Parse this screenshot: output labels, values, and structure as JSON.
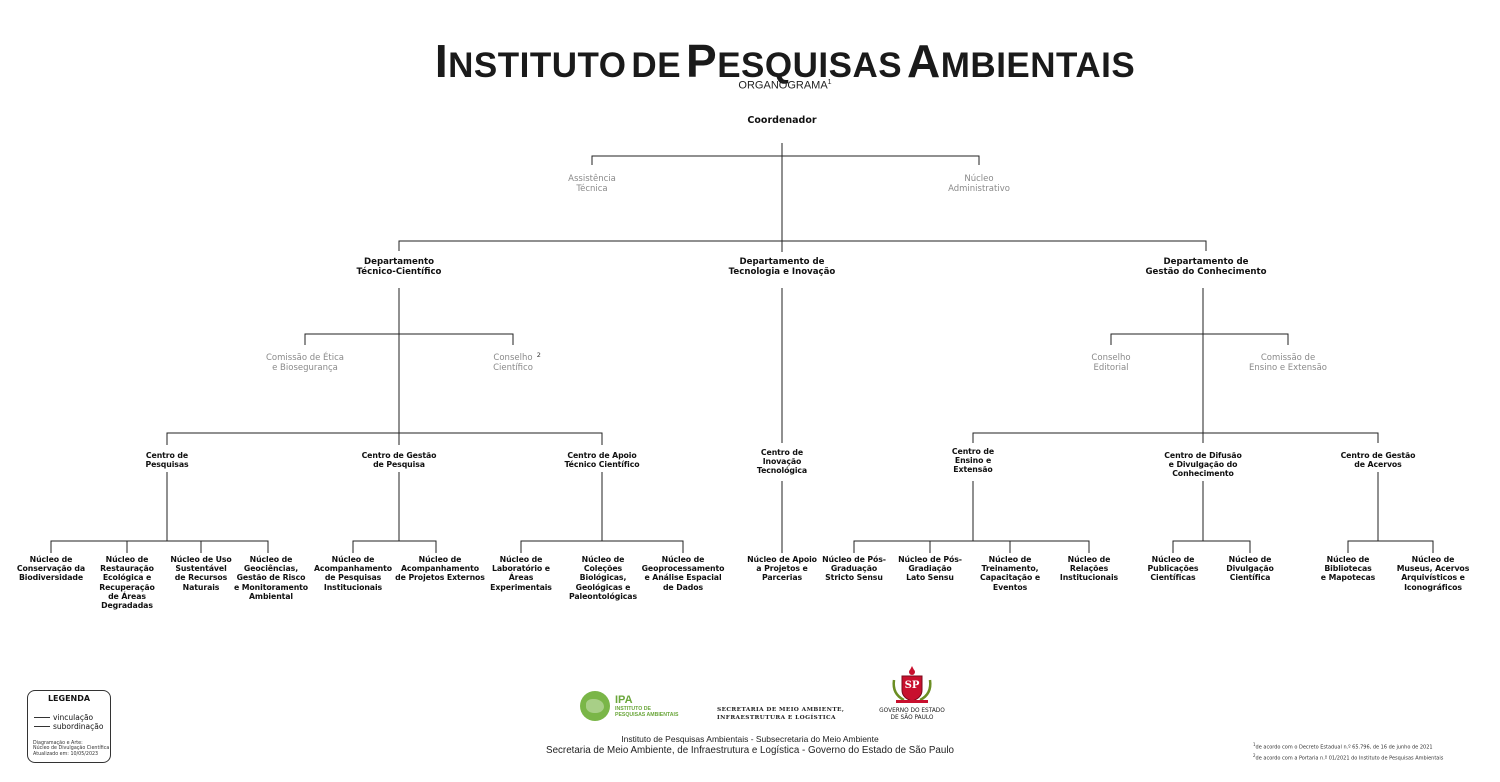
{
  "header": {
    "title_words": [
      {
        "first": "I",
        "rest": "NSTITUTO"
      },
      {
        "first": "",
        "rest": "DE"
      },
      {
        "first": "P",
        "rest": "ESQUISAS"
      },
      {
        "first": "A",
        "rest": "MBIENTAIS"
      }
    ],
    "subtitle": "ORGANOGRAMA",
    "subtitle_note": "1"
  },
  "nodes": {
    "coordenador": "Coordenador",
    "assistencia": "Assistência\nTécnica",
    "nucleo_adm": "Núcleo\nAdministrativo",
    "dept_tc": "Departamento\nTécnico-Científico",
    "dept_ti": "Departamento de\nTecnologia e Inovação",
    "dept_gc": "Departamento de\nGestão do Conhecimento",
    "comissao_etica": "Comissão de Ética\ne Biosegurança",
    "conselho_cientifico": "Conselho\nCientífico",
    "conselho_cientifico_note": "2",
    "conselho_editorial": "Conselho\nEditorial",
    "comissao_ensino": "Comissão de\nEnsino e Extensão",
    "centro_pesquisas": "Centro de\nPesquisas",
    "centro_gestao_pesquisa": "Centro de Gestão\nde Pesquisa",
    "centro_apoio": "Centro de Apoio\nTécnico Científico",
    "centro_inovacao": "Centro de\nInovação\nTecnológica",
    "centro_ensino": "Centro de\nEnsino e\nExtensão",
    "centro_difusao": "Centro de Difusão\ne Divulgação do\nConhecimento",
    "centro_acervos": "Centro de Gestão\nde Acervos",
    "n_conservacao": "Núcleo de\nConservação da\nBiodiversidade",
    "n_restauracao": "Núcleo de\nRestauração\nEcológica e\nRecuperação\nde Áreas\nDegradadas",
    "n_uso": "Núcleo de Uso\nSustentável\nde Recursos\nNaturais",
    "n_geociencias": "Núcleo de\nGeociências,\nGestão de Risco\ne Monitoramento\nAmbiental",
    "n_acomp_inst": "Núcleo de\nAcompanhamento\nde Pesquisas\nInstitucionais",
    "n_acomp_ext": "Núcleo de\nAcompanhamento\nde Projetos Externos",
    "n_laboratorio": "Núcleo de\nLaboratório e\nÁreas\nExperimentais",
    "n_colecoes": "Núcleo de\nColeções\nBiológicas,\nGeológicas e\nPaleontológicas",
    "n_geoproc": "Núcleo de\nGeoprocessamento\ne Análise Espacial\nde Dados",
    "n_apoio_proj": "Núcleo de Apoio\na Projetos e\nParcerias",
    "n_pos_stricto": "Núcleo de Pós-\nGraduação\nStricto Sensu",
    "n_pos_lato": "Núcleo de Pós-\nGradiação\nLato Sensu",
    "n_treinamento": "Núcleo de\nTreinamento,\nCapacitação e\nEventos",
    "n_relacoes": "Núcleo de\nRelações\nInstitucionais",
    "n_publicacoes": "Núcleo de\nPublicações\nCientíficas",
    "n_divulgacao": "Núcleo de\nDivulgação\nCientífica",
    "n_bibliotecas": "Núcleo de\nBibliotecas\ne Mapotecas",
    "n_museus": "Núcleo de\nMuseus, Acervos\nArquivísticos e\nIconográficos"
  },
  "legend": {
    "title": "LEGENDA",
    "item1": "vinculação",
    "item2": "subordinação",
    "credits": "Diagramação e Arte:\nNúcleo de Divulgação Científica\nAtualizado em: 10/05/2023"
  },
  "logos": {
    "ipa_short": "IPA",
    "ipa_long": "INSTITUTO DE\nPESQUISAS AMBIENTAIS",
    "sema": "SECRETARIA DE MEIO AMBIENTE,\nINFRAESTRUTURA E LOGÍSTICA",
    "gov": "GOVERNO DO ESTADO\nDE SÃO PAULO",
    "gov_emblem_letters": "SP",
    "colors": {
      "ipa_green": "#7ab648",
      "gov_red": "#c8102e"
    }
  },
  "footer": {
    "line1": "Instituto de Pesquisas Ambientais - Subsecretaria do Meio Ambiente",
    "line2": "Secretaria de Meio Ambiente, de Infraestrutura e Logística - Governo do Estado de São Paulo"
  },
  "notes": {
    "n1_mark": "1",
    "n1": "de acordo com o Decreto Estadual n.º 65.796, de 16 de junho de 2021",
    "n2_mark": "2",
    "n2": "de acordo com a Portaria n.º 01/2021 do Instituto de Pesquisas Ambientais"
  }
}
